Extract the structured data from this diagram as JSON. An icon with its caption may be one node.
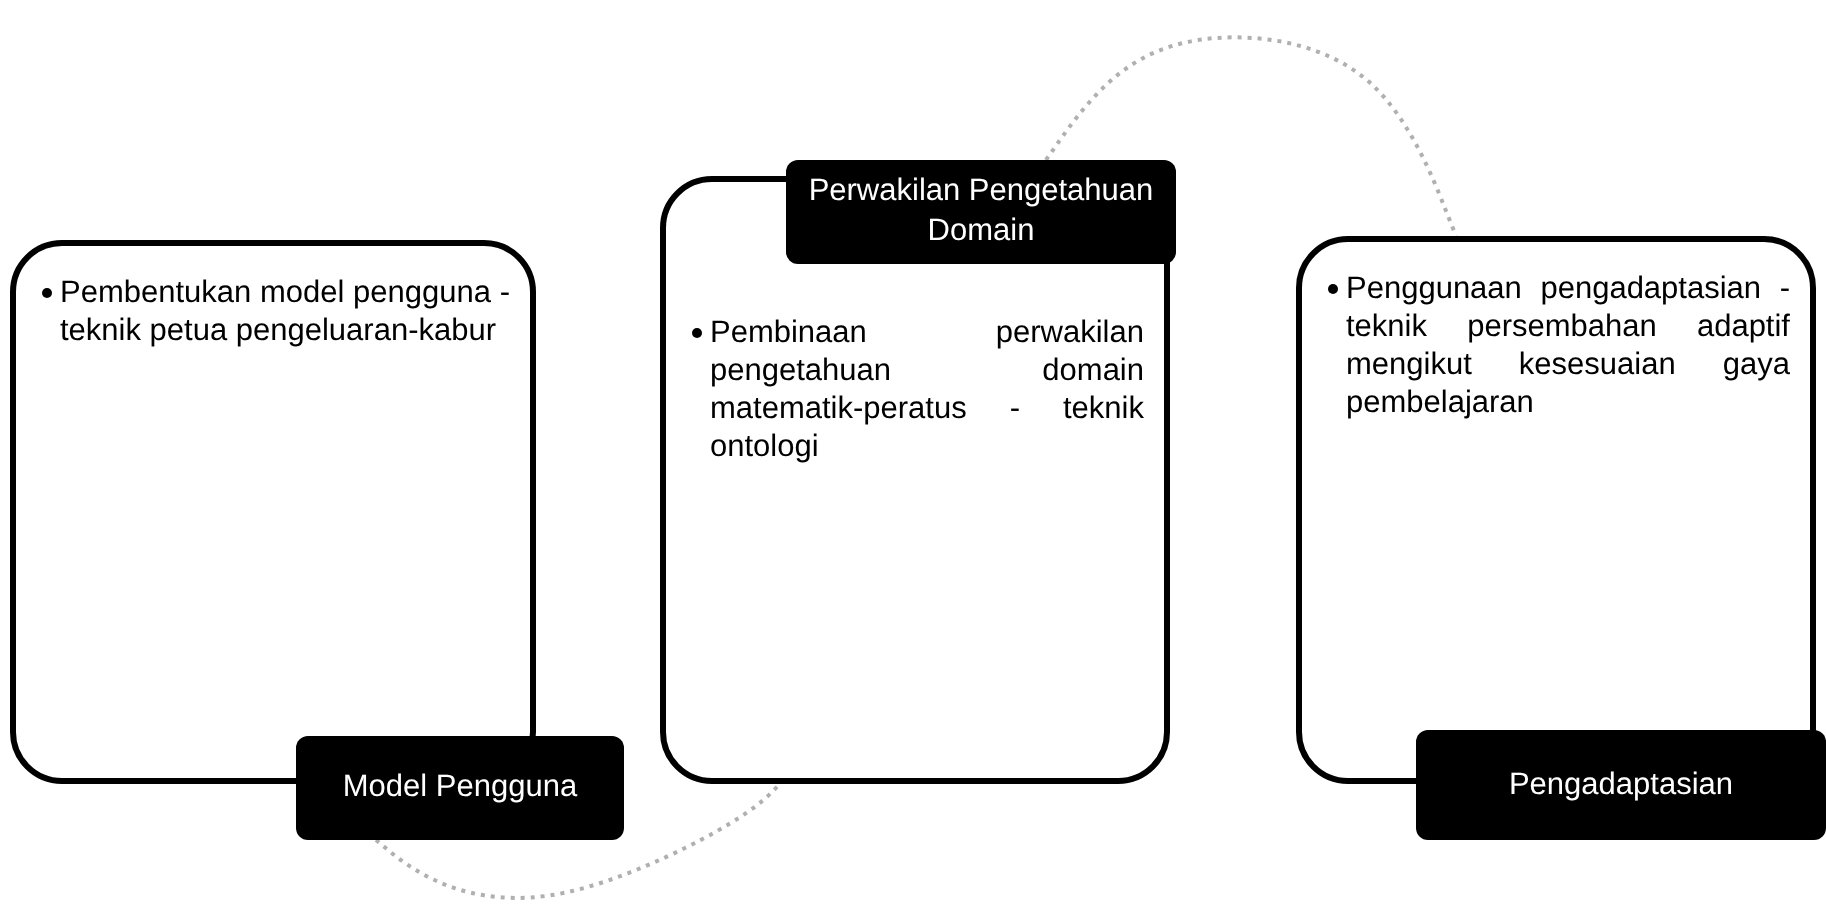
{
  "diagram": {
    "nodes": [
      {
        "text": [
          "Pembentukan model pengguna - teknik petua pengeluaran-kabur"
        ]
      },
      {
        "text": [
          "Model Pengguna"
        ]
      },
      {
        "text": [
          "Perwakilan Pengetahuan Domain"
        ]
      },
      {
        "text": [
          "Pembinaan perwakilan pengetahuan domain matematik-peratus - teknik ontologi"
        ]
      },
      {
        "text": [
          "Penggunaan pengadaptasian - teknik persembahan adaptif mengikut kesesuaian gaya pembelajaran"
        ]
      },
      {
        "text": [
          "Pengadaptasian"
        ]
      }
    ],
    "edges": [
      {
        "from": 1,
        "to": 3,
        "arrow": "none",
        "style": "dashed",
        "color": "#b0b0b0"
      },
      {
        "from": 2,
        "to": 4,
        "arrow": "none",
        "style": "dashed",
        "color": "#b0b0b0"
      }
    ]
  }
}
